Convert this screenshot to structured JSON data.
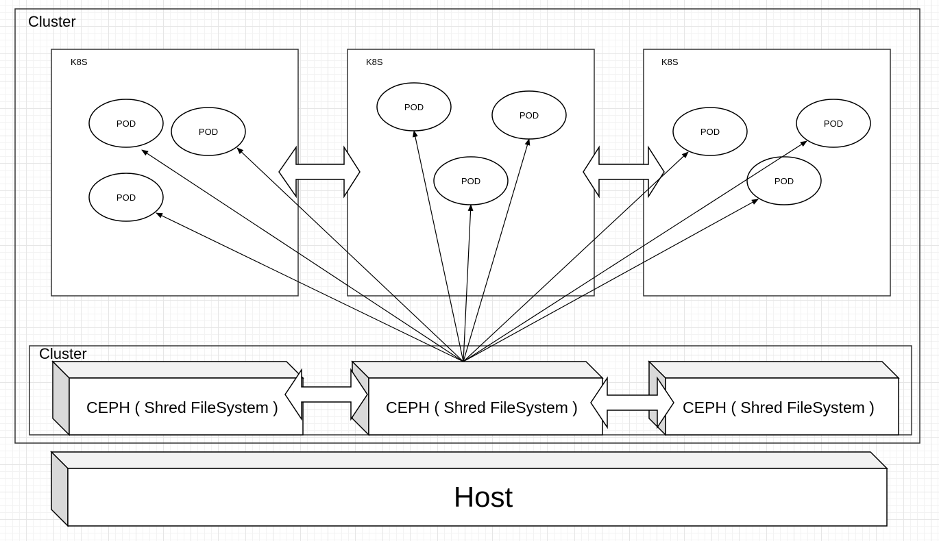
{
  "outer_cluster": {
    "label": "Cluster"
  },
  "k8s_nodes": [
    {
      "label": "K8S",
      "pods": [
        "POD",
        "POD",
        "POD"
      ]
    },
    {
      "label": "K8S",
      "pods": [
        "POD",
        "POD",
        "POD"
      ]
    },
    {
      "label": "K8S",
      "pods": [
        "POD",
        "POD",
        "POD"
      ]
    }
  ],
  "storage_cluster": {
    "label": "Cluster",
    "nodes": [
      {
        "label": "CEPH ( Shred FileSystem )"
      },
      {
        "label": "CEPH ( Shred FileSystem )"
      },
      {
        "label": "CEPH ( Shred FileSystem )"
      }
    ]
  },
  "host": {
    "label": "Host"
  }
}
